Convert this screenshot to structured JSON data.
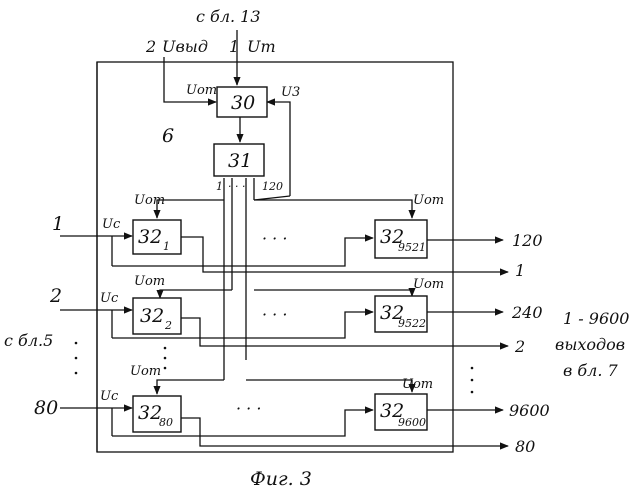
{
  "labels": {
    "source_top": "с бл. 13",
    "input_2": "2",
    "u_vyd": "Uвыд",
    "input_1": "1",
    "u_t": "Uт",
    "block_number": "6",
    "u_ot": "Uот",
    "u_z": "U3",
    "b31_out_1": "1",
    "b31_out_dots": "· · ·",
    "b31_out_120": "120",
    "u_c": "Uс",
    "source_left": "с бл.5",
    "outputs_total_1": "1 - 9600",
    "outputs_total_2": "выходов",
    "outputs_total_3": "в бл. 7",
    "figure_caption": "Фиг. 3",
    "row_dots": "· · ·"
  },
  "blocks": {
    "b30": "30",
    "b31": "31",
    "b32_1": {
      "main": "32",
      "sub": "1"
    },
    "b32_2": {
      "main": "32",
      "sub": "2"
    },
    "b32_80": {
      "main": "32",
      "sub": "80"
    },
    "b32_9521": {
      "main": "32",
      "sub": "9521"
    },
    "b32_9522": {
      "main": "32",
      "sub": "9522"
    },
    "b32_9600": {
      "main": "32",
      "sub": "9600"
    }
  },
  "inputs": {
    "in_1": "1",
    "in_2": "2",
    "in_80": "80"
  },
  "outputs": {
    "out_120": "120",
    "out_240": "240",
    "out_9600": "9600",
    "pass_1": "1",
    "pass_2": "2",
    "pass_80": "80"
  }
}
